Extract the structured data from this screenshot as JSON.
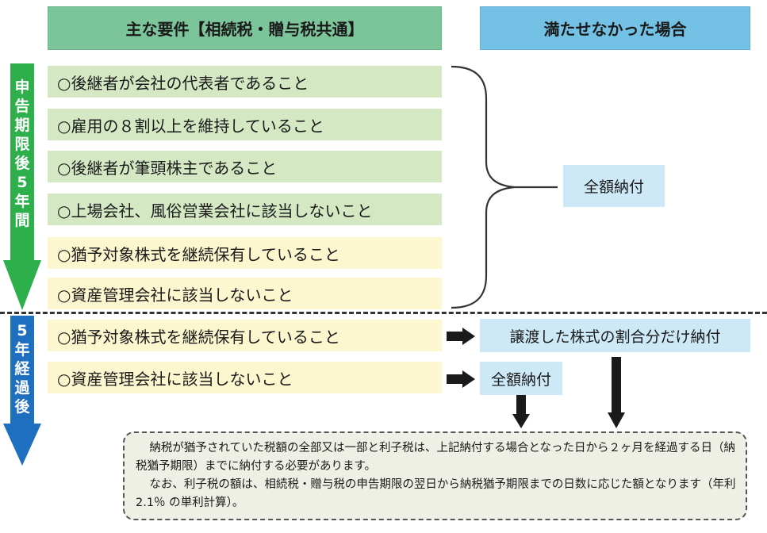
{
  "header": {
    "requirements_title": "主な要件【相続税・贈与税共通】",
    "unmet_title": "満たせなかった場合"
  },
  "period1": {
    "label_chars": [
      "申",
      "告",
      "期",
      "限",
      "後",
      "5",
      "年",
      "間"
    ],
    "arrow_color": "#2db04b",
    "requirements": [
      {
        "text": "○後継者が会社の代表者であること",
        "style": "green"
      },
      {
        "text": "○雇用の８割以上を維持していること",
        "style": "green"
      },
      {
        "text": "○後継者が筆頭株主であること",
        "style": "green"
      },
      {
        "text": "○上場会社、風俗営業会社に該当しないこと",
        "style": "green"
      },
      {
        "text": "○猶予対象株式を継続保有していること",
        "style": "yellow"
      },
      {
        "text": "○資産管理会社に該当しないこと",
        "style": "yellow"
      }
    ],
    "outcome": "全額納付"
  },
  "period2": {
    "label_chars": [
      "5",
      "年",
      "経",
      "過",
      "後"
    ],
    "arrow_color": "#1f6fc0",
    "requirements": [
      {
        "text": "○猶予対象株式を継続保有していること",
        "outcome": "譲渡した株式の割合分だけ納付"
      },
      {
        "text": "○資産管理会社に該当しないこと",
        "outcome": "全額納付"
      }
    ]
  },
  "note": {
    "paragraph1": "納税が猶予されていた税額の全部又は一部と利子税は、上記納付する場合となった日から２ヶ月を経過する日（納税猶予期限）までに納付する必要があります。",
    "paragraph2": "なお、利子税の額は、相続税・贈与税の申告期限の翌日から納税猶予期限までの日数に応じた額となります（年利 2.1％ の単利計算）。"
  },
  "colors": {
    "header_green": "#7cc49a",
    "header_blue": "#74c1e6",
    "row_green": "#d4e8c4",
    "row_yellow": "#fdf7cf",
    "outcome_box": "#cde9f7"
  }
}
